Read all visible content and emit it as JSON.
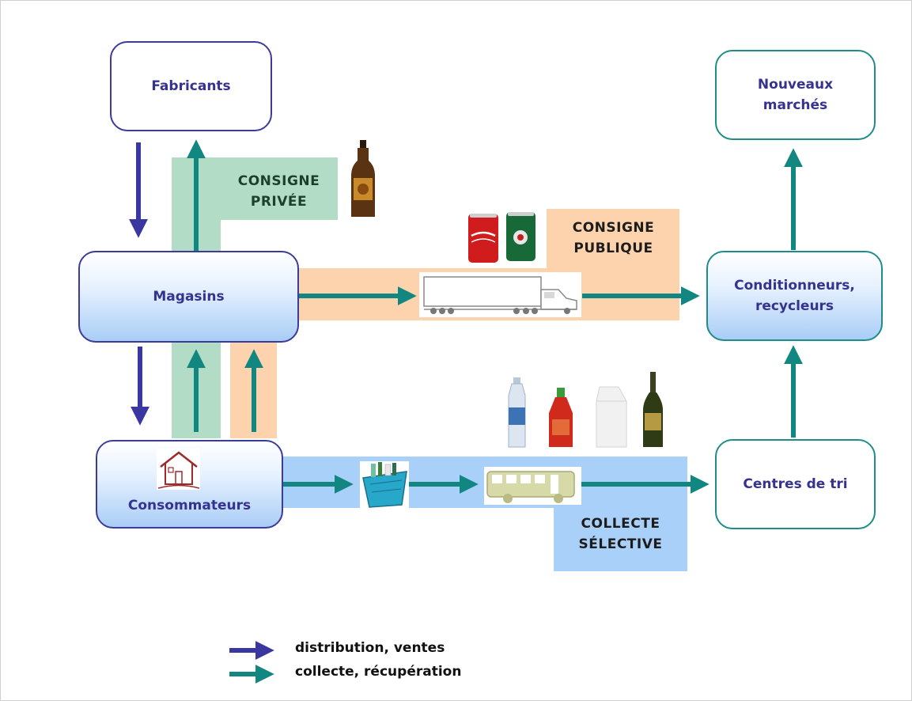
{
  "nodes": {
    "fabricants": "Fabricants",
    "nouveaux_line1": "Nouveaux",
    "nouveaux_line2": "marchés",
    "magasins": "Magasins",
    "conditionneurs_line1": "Conditionneurs,",
    "conditionneurs_line2": "recycleurs",
    "consommateurs": "Consommateurs",
    "centres": "Centres de tri"
  },
  "zones": {
    "consigne_privee_line1": "CONSIGNE",
    "consigne_privee_line2": "PRIVÉE",
    "consigne_publique_line1": "CONSIGNE",
    "consigne_publique_line2": "PUBLIQUE",
    "collecte_line1": "COLLECTE",
    "collecte_line2": "SÉLECTIVE"
  },
  "legend": {
    "distribution": "distribution, ventes",
    "collecte": "collecte, récupération"
  },
  "colors": {
    "distribution_arrow": "#3a37a0",
    "collecte_arrow": "#128680",
    "consigne_privee_band": "#b3dcc6",
    "consigne_publique_band": "#fcd3ad",
    "collecte_band": "#a9d0f8"
  },
  "icons": [
    "beer-bottle-icon",
    "soda-can-icon",
    "beer-can-icon",
    "truck-icon",
    "house-icon",
    "recycling-bin-icon",
    "bus-icon",
    "water-bottle-icon",
    "ketchup-bottle-icon",
    "milk-carton-icon",
    "wine-bottle-icon"
  ]
}
